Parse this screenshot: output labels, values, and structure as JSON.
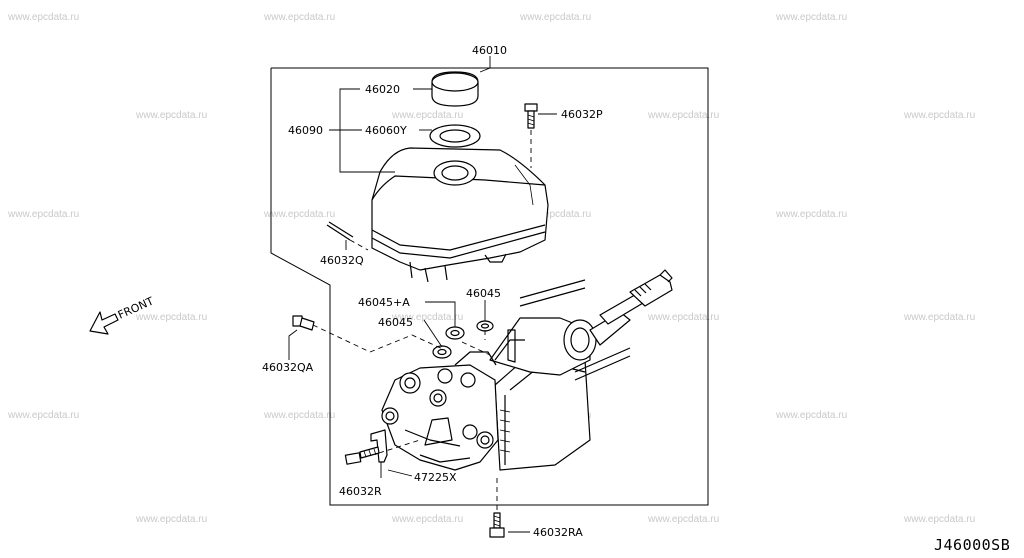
{
  "watermark": "www.epcdata.ru",
  "diagram_code": "J46000SB",
  "front_label": "FRONT",
  "callouts": {
    "assembly": "46010",
    "cap": "46020",
    "reservoir": "46090",
    "seal": "46060Y",
    "bolt_p": "46032P",
    "pin_q": "46032Q",
    "grommet_a": "46045+A",
    "grommet": "46045",
    "grommet_2": "46045",
    "bolt_qa": "46032QA",
    "bolt_r": "46032R",
    "bracket": "47225X",
    "bolt_ra": "46032RA"
  },
  "icons": {
    "front_arrow": "arrow-down-left-icon"
  }
}
